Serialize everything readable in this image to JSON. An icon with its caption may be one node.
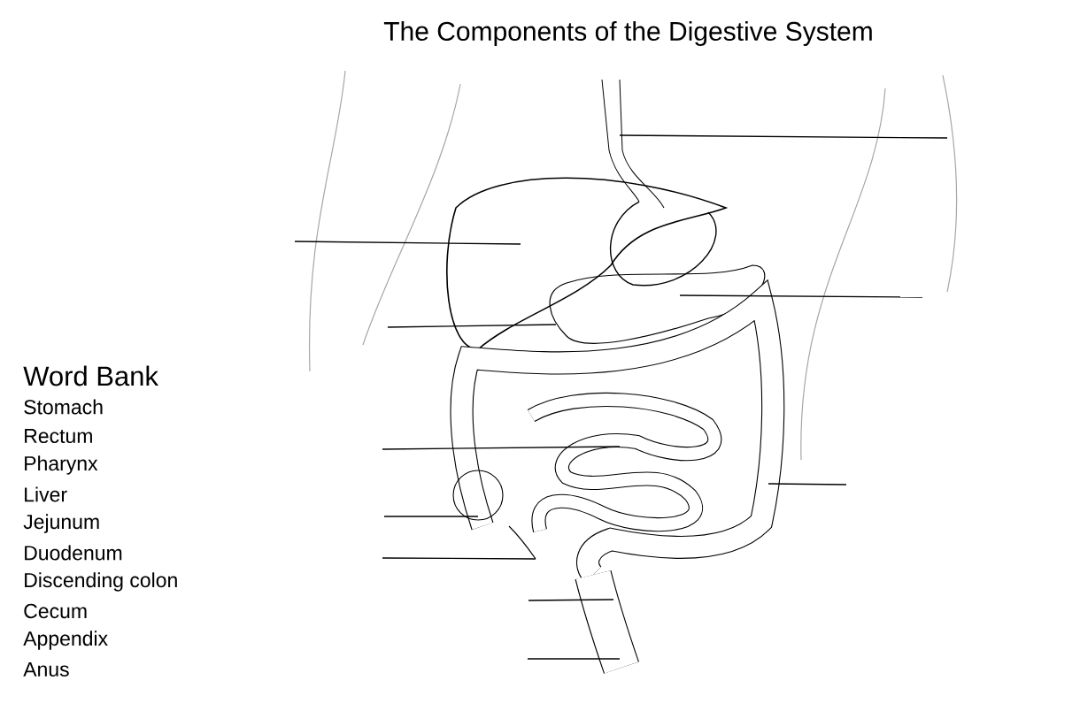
{
  "diagram": {
    "title": "The Components of the Digestive System",
    "labels": [
      "Word Bank",
      "Stomach",
      "Rectum",
      "Pharynx",
      "Liver",
      "Jejunum",
      "Duodenum",
      "Discending colon",
      "Cecum",
      "Appendix",
      "Anus"
    ]
  }
}
